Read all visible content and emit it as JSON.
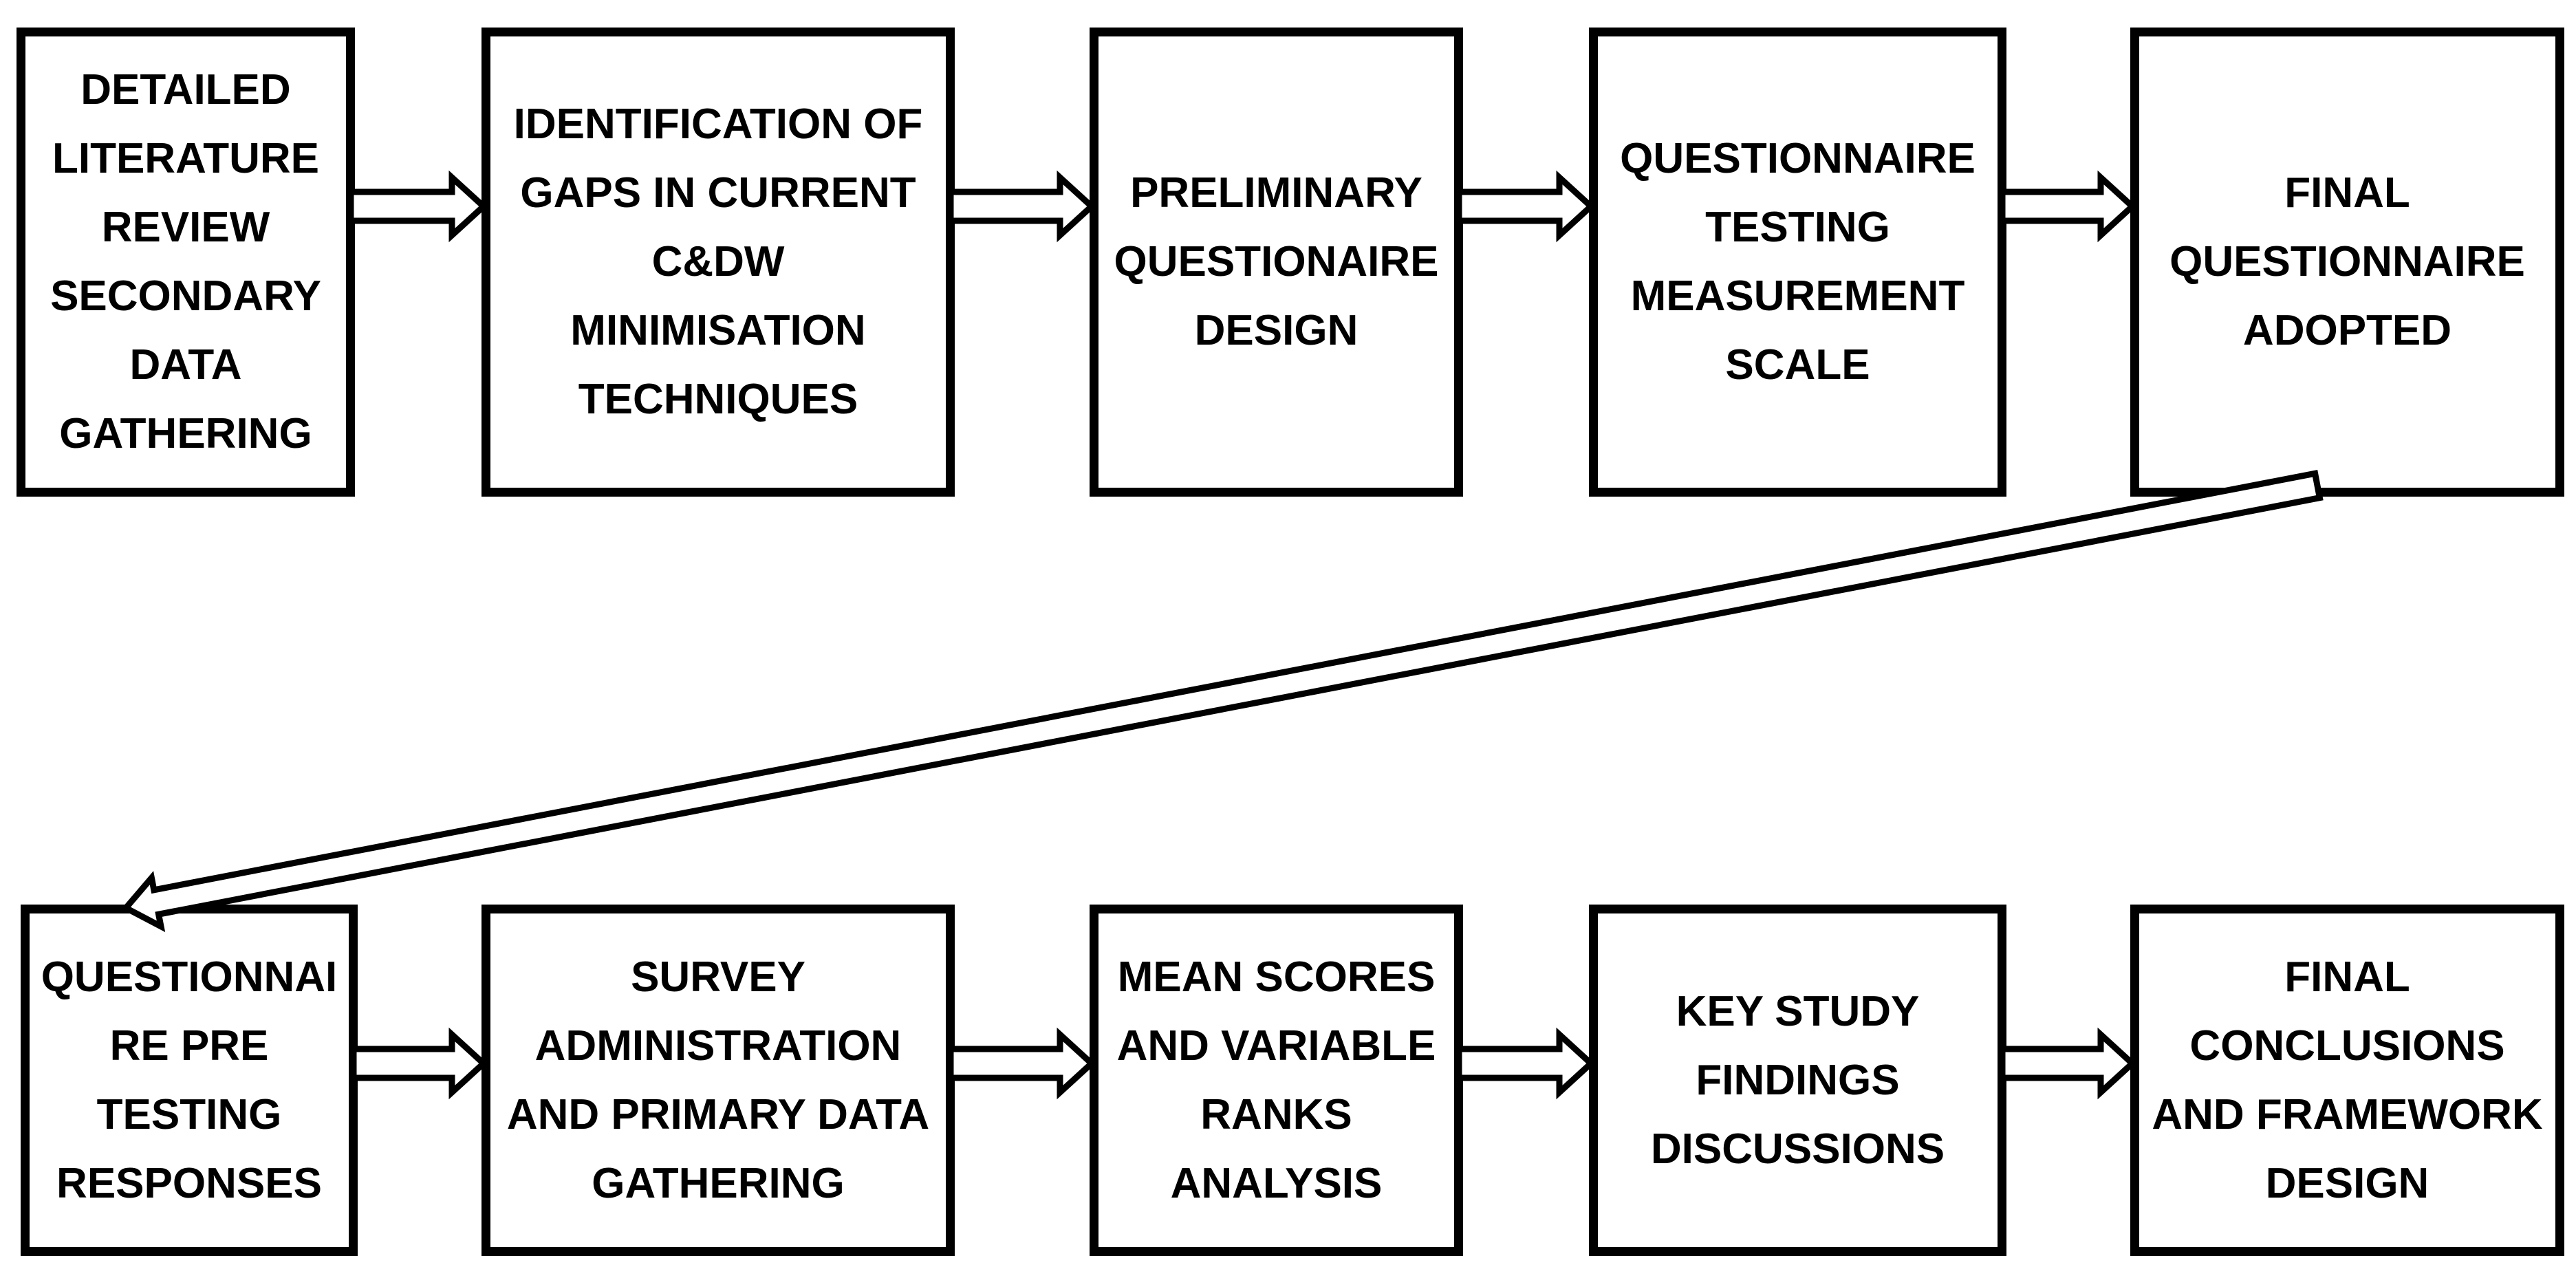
{
  "diagram": {
    "type": "flowchart",
    "background_color": "#ffffff",
    "box_fill_color": "#ffffff",
    "box_border_color": "#000000",
    "text_color": "#000000",
    "top_row": [
      {
        "label": "DETAILED\nLITERATURE\nREVIEW\nSECONDARY\nDATA\nGATHERING"
      },
      {
        "label": "IDENTIFICATION OF\nGAPS IN CURRENT\nC&DW\nMINIMISATION\nTECHNIQUES"
      },
      {
        "label": "PRELIMINARY\nQUESTIONAIRE\nDESIGN"
      },
      {
        "label": "QUESTIONNAIRE\nTESTING\nMEASUREMENT\nSCALE"
      },
      {
        "label": "FINAL\nQUESTIONNAIRE\nADOPTED"
      }
    ],
    "bottom_row": [
      {
        "label": "QUESTIONNAI\nRE PRE\nTESTING\nRESPONSES"
      },
      {
        "label": "SURVEY\nADMINISTRATION\nAND PRIMARY DATA\nGATHERING"
      },
      {
        "label": "MEAN SCORES\nAND VARIABLE\nRANKS\nANALYSIS"
      },
      {
        "label": "KEY STUDY\nFINDINGS\nDISCUSSIONS"
      },
      {
        "label": "FINAL\nCONCLUSIONS\nAND FRAMEWORK\nDESIGN"
      }
    ],
    "connector_style": "white-filled block arrows with black outline",
    "flow": "left-to-right across top row, diagonal down-left from FINAL QUESTIONNAIRE ADOPTED to QUESTIONNAIRE PRE TESTING RESPONSES, then left-to-right across bottom row"
  }
}
